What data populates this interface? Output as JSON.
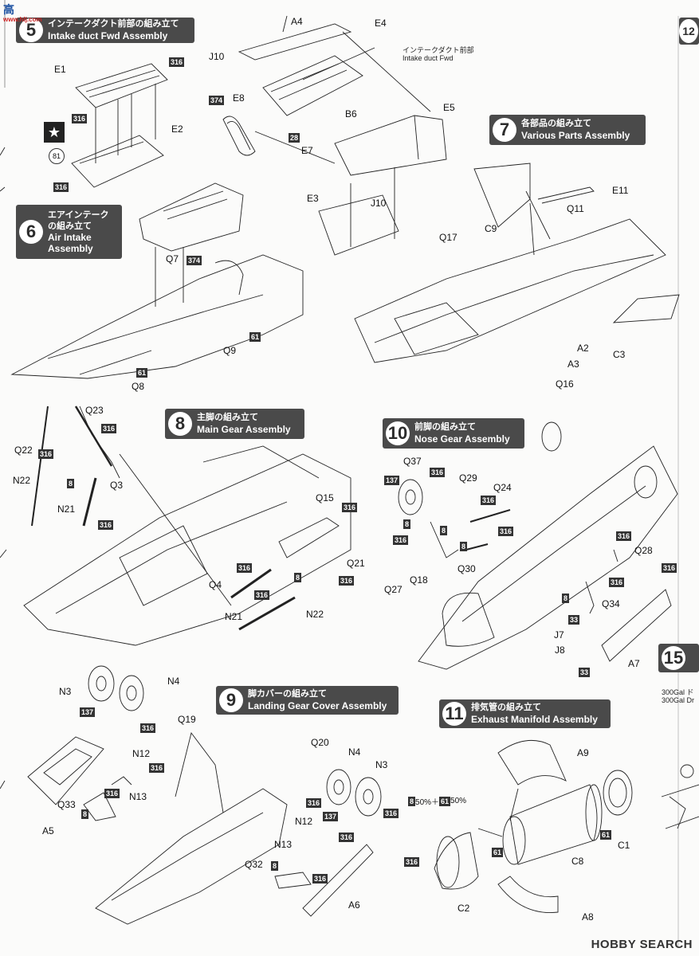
{
  "watermark": {
    "brand": "HOBBY SEARCH",
    "site_logo": "高",
    "site_sub": "www.hlj.com"
  },
  "headers": [
    {
      "id": "h5",
      "num": "5",
      "jp": "インテークダクト前部の組み立て",
      "en": "Intake duct Fwd Assembly"
    },
    {
      "id": "h6",
      "num": "6",
      "jp": "エアインテーク の組み立て",
      "en": "Air Intake Assembly"
    },
    {
      "id": "h7",
      "num": "7",
      "jp": "各部品の組み立て",
      "en": "Various Parts Assembly"
    },
    {
      "id": "h8",
      "num": "8",
      "jp": "主脚の組み立て",
      "en": "Main Gear Assembly"
    },
    {
      "id": "h10",
      "num": "10",
      "jp": "前脚の組み立て",
      "en": "Nose Gear Assembly"
    },
    {
      "id": "h9",
      "num": "9",
      "jp": "脚カバーの組み立て",
      "en": "Landing Gear Cover Assembly"
    },
    {
      "id": "h11",
      "num": "11",
      "jp": "排気管の組み立て",
      "en": "Exhaust Manifold Assembly"
    },
    {
      "id": "h15",
      "num": "15",
      "jp": "",
      "en": ""
    },
    {
      "id": "h12",
      "num": "12",
      "jp": "",
      "en": ""
    }
  ],
  "h6_lines": [
    "エアインテーク",
    "の組み立て",
    "Air Intake",
    "Assembly"
  ],
  "intake_note": {
    "jp": "インテークダクト前部",
    "en": "Intake duct Fwd"
  },
  "drop_note": {
    "jp": "300Gal ド",
    "en": "300Gal Dr"
  },
  "mix_note": {
    "a": "8",
    "a_pct": "50%＋",
    "b": "61",
    "b_pct": "50%"
  },
  "part_labels": [
    "A4",
    "E4",
    "J10",
    "E1",
    "E8",
    "B6",
    "E5",
    "E2",
    "E7",
    "E3",
    "J10b",
    "E11",
    "Q11",
    "C9",
    "Q17",
    "Q7",
    "Q9",
    "Q8",
    "A2",
    "A3",
    "C3",
    "Q16",
    "Q23",
    "Q22",
    "Q3",
    "N22",
    "N21",
    "Q15",
    "Q21",
    "Q4",
    "N21b",
    "N22b",
    "Q37",
    "Q29",
    "Q24",
    "Q28",
    "Q27",
    "Q18",
    "Q30",
    "Q34",
    "J7",
    "J8",
    "A7",
    "N3",
    "N4",
    "Q19",
    "Q20",
    "N4b",
    "N3b",
    "N12",
    "N13",
    "Q33",
    "A5",
    "N12b",
    "N13b",
    "Q32",
    "A6",
    "A9",
    "C1",
    "C8",
    "C2",
    "A8"
  ],
  "part_text": {
    "A4": "A4",
    "E4": "E4",
    "J10": "J10",
    "E1": "E1",
    "E8": "E8",
    "B6": "B6",
    "E5": "E5",
    "E2": "E2",
    "E7": "E7",
    "E3": "E3",
    "J10b": "J10",
    "E11": "E11",
    "Q11": "Q11",
    "C9": "C9",
    "Q17": "Q17",
    "Q7": "Q7",
    "Q9": "Q9",
    "Q8": "Q8",
    "A2": "A2",
    "A3": "A3",
    "C3": "C3",
    "Q16": "Q16",
    "Q23": "Q23",
    "Q22": "Q22",
    "Q3": "Q3",
    "N22": "N22",
    "N21": "N21",
    "Q15": "Q15",
    "Q21": "Q21",
    "Q4": "Q4",
    "N21b": "N21",
    "N22b": "N22",
    "Q37": "Q37",
    "Q29": "Q29",
    "Q24": "Q24",
    "Q28": "Q28",
    "Q27": "Q27",
    "Q18": "Q18",
    "Q30": "Q30",
    "Q34": "Q34",
    "J7": "J7",
    "J8": "J8",
    "A7": "A7",
    "N3": "N3",
    "N4": "N4",
    "Q19": "Q19",
    "Q20": "Q20",
    "N4b": "N4",
    "N3b": "N3",
    "N12": "N12",
    "N13": "N13",
    "Q33": "Q33",
    "A5": "A5",
    "N12b": "N12",
    "N13b": "N13",
    "Q32": "Q32",
    "A6": "A6",
    "A9": "A9",
    "C1": "C1",
    "C8": "C8",
    "C2": "C2",
    "A8": "A8"
  },
  "color_codes": [
    "316",
    "374",
    "28",
    "81",
    "137",
    "8",
    "61",
    "33"
  ]
}
